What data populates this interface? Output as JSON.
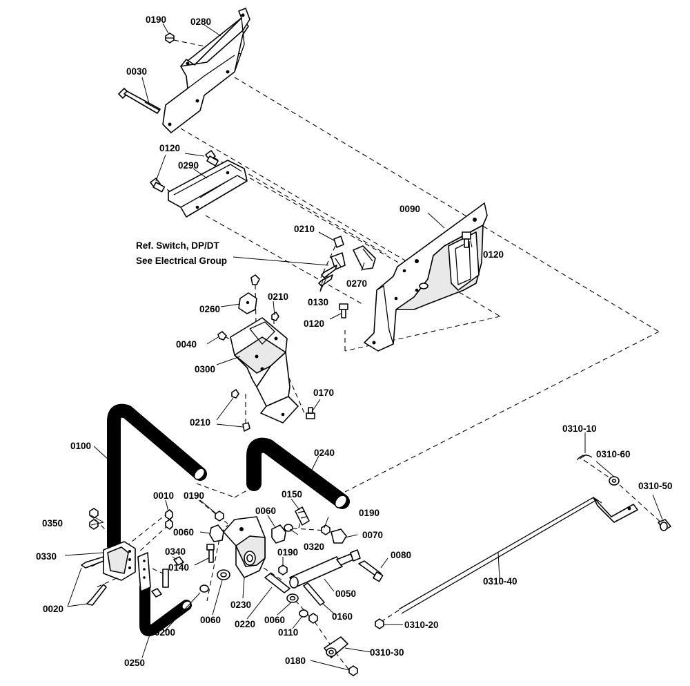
{
  "diagram": {
    "labels": {
      "l0190a": "0190",
      "l0280": "0280",
      "l0030": "0030",
      "l0120a": "0120",
      "l0290": "0290",
      "l0090": "0090",
      "l0210a": "0210",
      "ref1": "Ref. Switch, DP/DT",
      "ref2": "See Electrical Group",
      "l0120b": "0120",
      "l0270": "0270",
      "l0210b": "0210",
      "l0260": "0260",
      "l0130": "0130",
      "l0120c": "0120",
      "l0040": "0040",
      "l0300": "0300",
      "l0170": "0170",
      "l0210c": "0210",
      "l0100": "0100",
      "l0240": "0240",
      "l0310_10": "0310-10",
      "l0310_60": "0310-60",
      "l0310_50": "0310-50",
      "l0010": "0010",
      "l0190b": "0190",
      "l0150": "0150",
      "l0350": "0350",
      "l0060a": "0060",
      "l0190c": "0190",
      "l0060b": "0060",
      "l0070": "0070",
      "l0320": "0320",
      "l0330": "0330",
      "l0340": "0340",
      "l0190d": "0190",
      "l0080": "0080",
      "l0140": "0140",
      "l0310_40": "0310-40",
      "l0050": "0050",
      "l0020": "0020",
      "l0230": "0230",
      "l0160": "0160",
      "l0060c": "0060",
      "l0220": "0220",
      "l0060d": "0060",
      "l0200": "0200",
      "l0110": "0110",
      "l0310_20": "0310-20",
      "l0250": "0250",
      "l0310_30": "0310-30",
      "l0180": "0180"
    }
  }
}
